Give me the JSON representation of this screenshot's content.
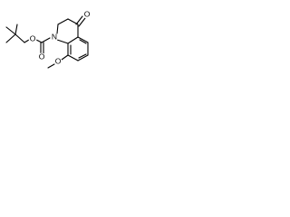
{
  "molecule": {
    "atoms": {
      "carbamate_o": "O",
      "carbonyl_o": "O",
      "ring_n": "N",
      "ketone_o": "O",
      "methoxy_o": "O"
    }
  }
}
